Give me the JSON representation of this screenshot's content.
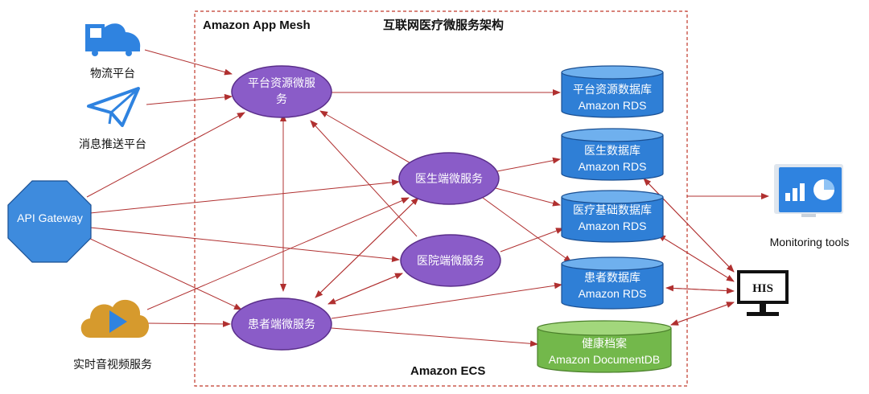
{
  "boundary": {
    "mesh_label": "Amazon App Mesh",
    "title": "互联网医疗微服务架构",
    "ecs_label": "Amazon ECS"
  },
  "external": {
    "logistics": "物流平台",
    "push": "消息推送平台",
    "gateway": "API Gateway",
    "av": "实时音视频服务",
    "monitoring": "Monitoring tools",
    "his": "HIS"
  },
  "services": {
    "platform": [
      "平台资源微服",
      "务"
    ],
    "doctor": "医生端微服务",
    "hospital": "医院端微服务",
    "patient": "患者端微服务"
  },
  "databases": {
    "platform_db": [
      "平台资源数据库",
      "Amazon RDS"
    ],
    "doctor_db": [
      "医生数据库",
      "Amazon RDS"
    ],
    "medical_db": [
      "医疗基础数据库",
      "Amazon RDS"
    ],
    "patient_db": [
      "患者数据库",
      "Amazon RDS"
    ],
    "health_db": [
      "健康档案",
      "Amazon DocumentDB"
    ]
  },
  "colors": {
    "service_fill": "#8a5cc8",
    "service_stroke": "#5a2e8a",
    "rds_fill": "#2f7fd6",
    "rds_top": "#6fb0ee",
    "rds_stroke": "#1a4f92",
    "docdb_fill": "#73b84b",
    "docdb_top": "#a2d77c",
    "docdb_stroke": "#4a7f2a",
    "gateway_fill": "#3e8bdd",
    "arrow": "#b03030",
    "boundary": "#c0392b",
    "icon_blue": "#2f83e0",
    "icon_orange": "#d69a2d"
  }
}
